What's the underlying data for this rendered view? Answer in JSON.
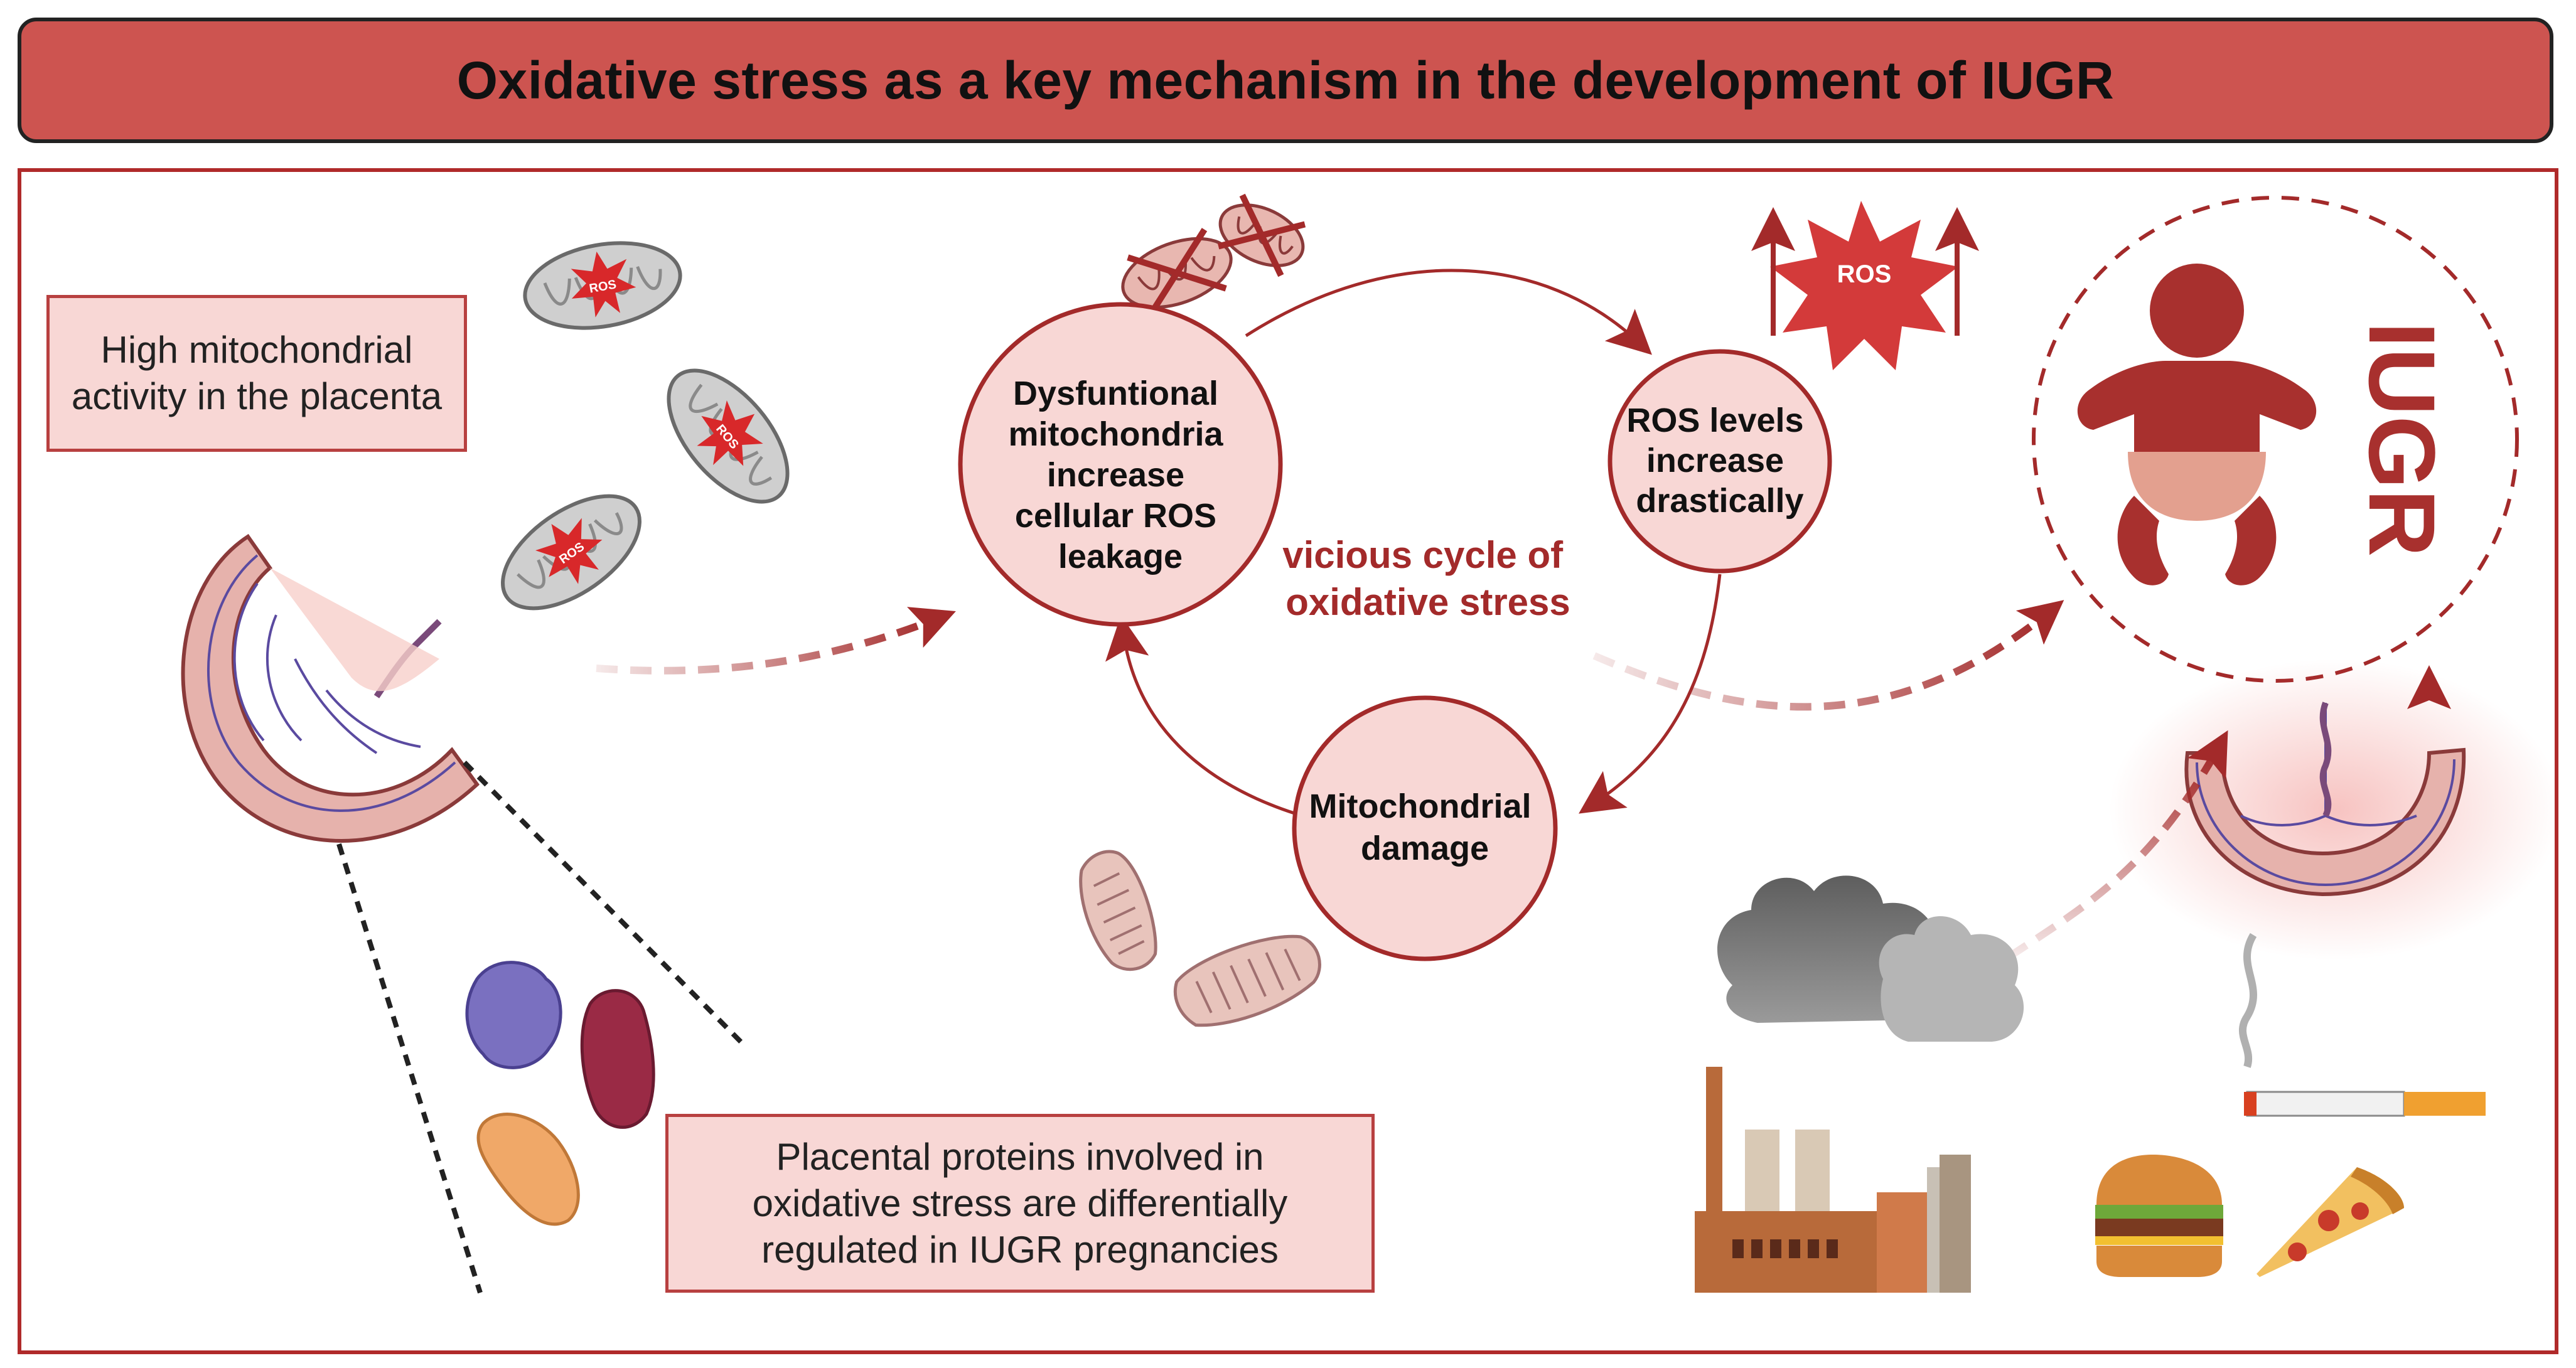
{
  "title": "Oxidative stress as a key mechanism in the development of IUGR",
  "boxes": {
    "mitochondrial_activity": "High mitochondrial activity in the placenta",
    "placental_proteins": "Placental proteins involved in oxidative stress are differentially regulated in IUGR pregnancies"
  },
  "cycle": {
    "node1": [
      "Dysfuntional",
      "mitochondria",
      "increase",
      "cellular ROS",
      "leakage"
    ],
    "node2": [
      "ROS levels",
      "increase",
      "drastically"
    ],
    "node3": [
      "Mitochondrial",
      "damage"
    ],
    "center_label": [
      "vicious cycle of",
      "oxidative stress"
    ]
  },
  "ros_label": "ROS",
  "iugr_label": "IUGR",
  "colors": {
    "title_bg": "#cd5450",
    "dark_red": "#a32a2a",
    "pink_fill": "#f8d7d5",
    "box_border": "#b84040",
    "baby": "#a8302e",
    "diaper": "#e3a08f"
  }
}
